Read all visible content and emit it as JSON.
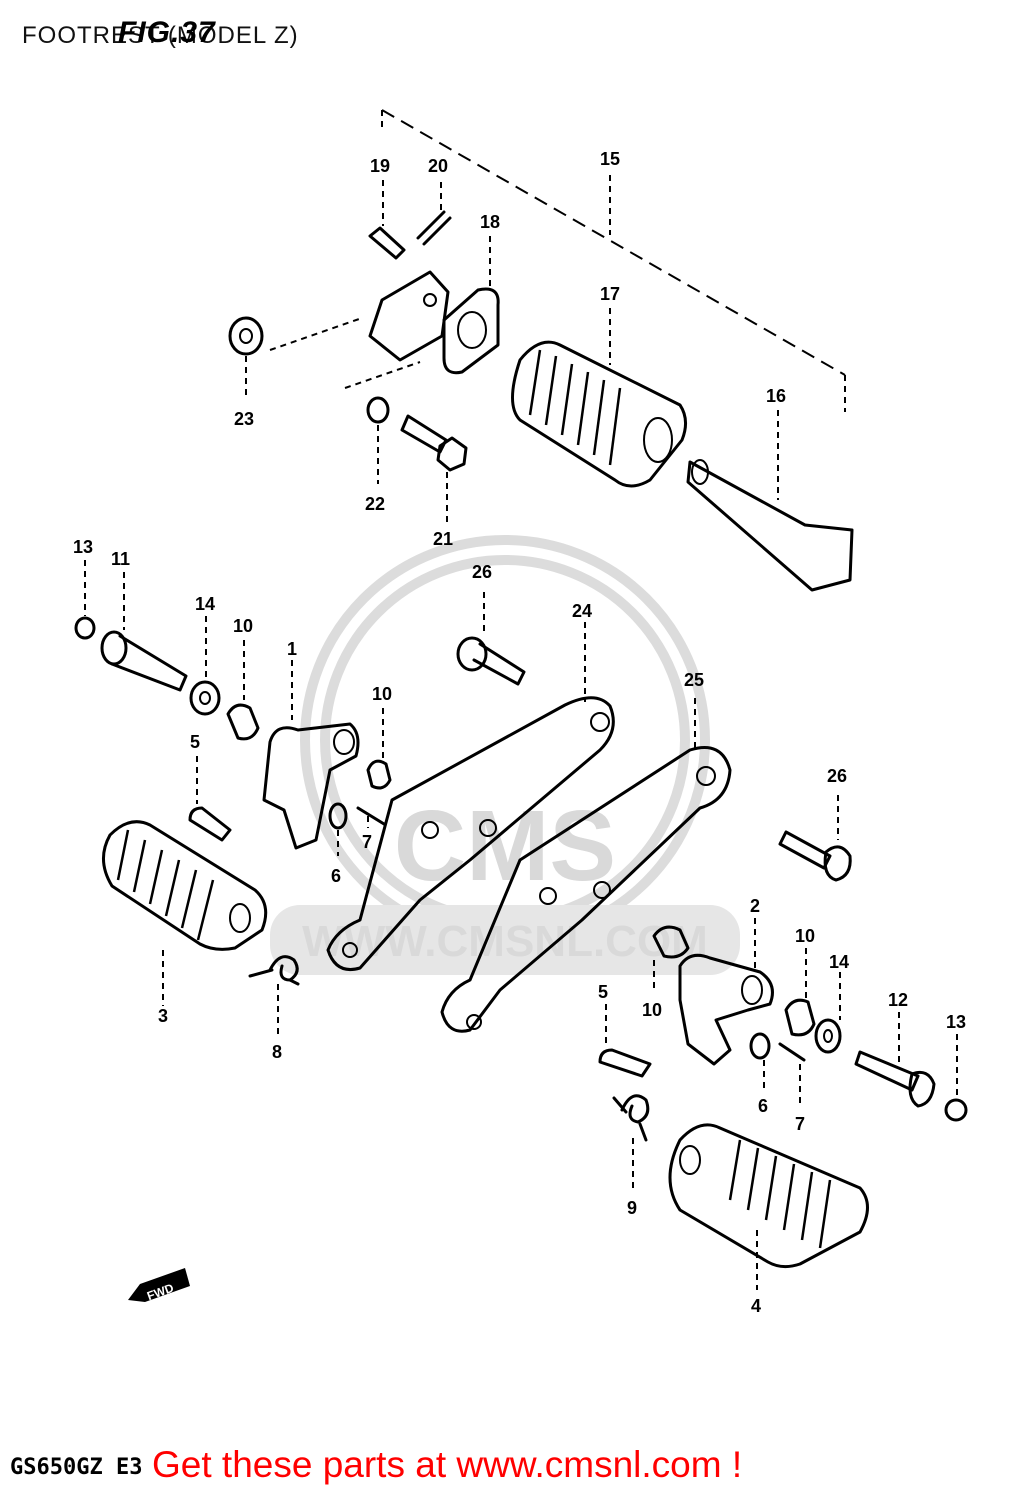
{
  "header": {
    "title": "FOOTREST (MODEL Z)",
    "figure": "FIG.37"
  },
  "footer": {
    "model_code": "GS650GZ E3",
    "promo": "Get these parts at www.cmsnl.com !"
  },
  "watermark": {
    "brand": "CMS",
    "url": "WWW.CMSNL.COM"
  },
  "direction_marker": "FWD",
  "callouts": [
    "19",
    "20",
    "18",
    "15",
    "17",
    "23",
    "22",
    "21",
    "16",
    "13",
    "11",
    "14",
    "10",
    "1",
    "26",
    "24",
    "10",
    "25",
    "5",
    "7",
    "6",
    "26",
    "3",
    "8",
    "2",
    "10",
    "14",
    "10",
    "5",
    "12",
    "13",
    "6",
    "7",
    "9",
    "4"
  ]
}
